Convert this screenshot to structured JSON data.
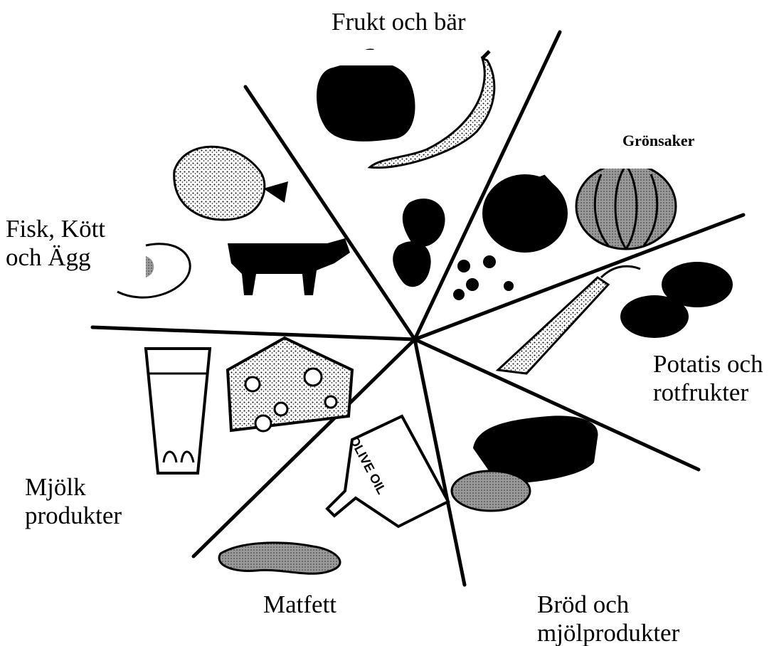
{
  "categories": {
    "fruit": {
      "label": "Frukt och bär"
    },
    "vegetables": {
      "label": "Grönsaker"
    },
    "fish_meat_egg": {
      "line1": "Fisk, Kött",
      "line2": "och Ägg"
    },
    "potatoes_roots": {
      "line1": "Potatis och",
      "line2": "rotfrukter"
    },
    "dairy": {
      "line1": "Mjölk",
      "line2": "produkter"
    },
    "fats": {
      "label": "Matfett"
    },
    "bread": {
      "line1": "Bröd och",
      "line2": "mjölprodukter"
    }
  },
  "bottle": {
    "text": "OLIVE OIL"
  },
  "colors": {
    "ink": "#000000",
    "paper": "#ffffff",
    "shade": "#8a8a8a"
  }
}
